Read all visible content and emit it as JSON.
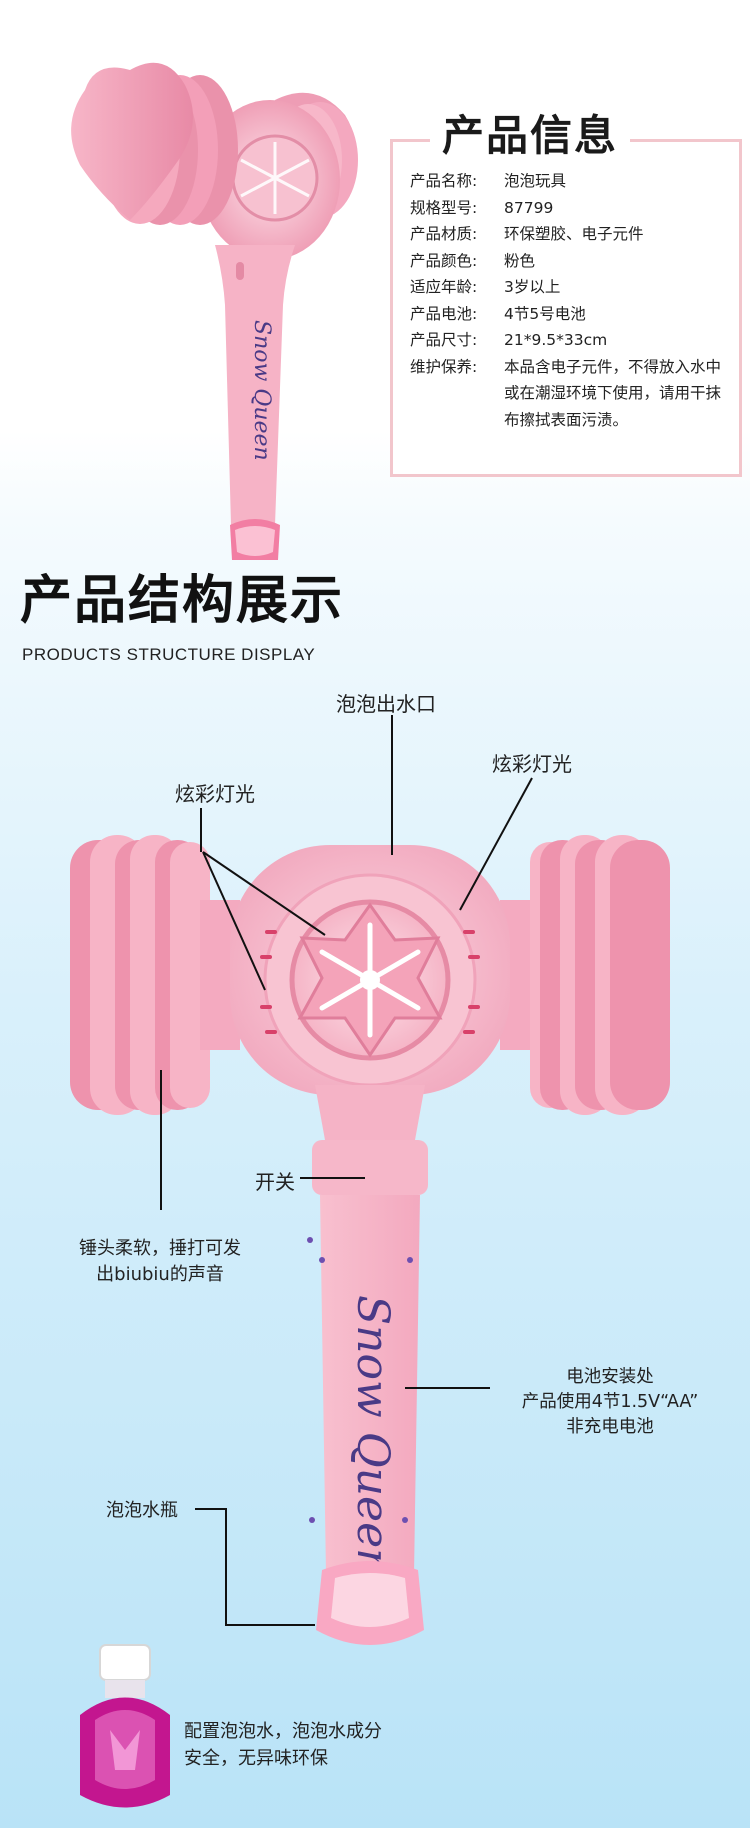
{
  "info": {
    "title": "产品信息",
    "rows": [
      {
        "key": "产品名称:",
        "value": "泡泡玩具"
      },
      {
        "key": "规格型号:",
        "value": "87799"
      },
      {
        "key": "产品材质:",
        "value": "环保塑胶、电子元件"
      },
      {
        "key": "产品颜色:",
        "value": "粉色"
      },
      {
        "key": "适应年龄:",
        "value": "3岁以上"
      },
      {
        "key": "产品电池:",
        "value": "4节5号电池"
      },
      {
        "key": "产品尺寸:",
        "value": "21*9.5*33cm"
      },
      {
        "key": "维护保养:",
        "value": "本品含电子元件，不得放入水中或在潮湿环境下使用，请用干抹布擦拭表面污渍。"
      }
    ]
  },
  "structure": {
    "title": "产品结构展示",
    "subtitle": "PRODUCTS STRUCTURE DISPLAY",
    "labels": {
      "outlet": "泡泡出水口",
      "light_left": "炫彩灯光",
      "light_right": "炫彩灯光",
      "switch": "开关",
      "hammer_line1": "锤头柔软，捶打可发",
      "hammer_line2": "出biubiu的声音",
      "battery_line1": "电池安装处",
      "battery_line2": "产品使用4节1.5V“AA”",
      "battery_line3": "非充电电池",
      "bottle": "泡泡水瓶",
      "solution_line1": "配置泡泡水，泡泡水成分",
      "solution_line2": "安全，无异味环保"
    }
  },
  "toy": {
    "handle_text": "Snow Queen"
  },
  "colors": {
    "pink_main": "#f4a7bf",
    "pink_light": "#fbd3df",
    "pink_dark": "#e4849f",
    "border_pink": "#f2c6cc",
    "purple_text": "#4a3a86"
  }
}
